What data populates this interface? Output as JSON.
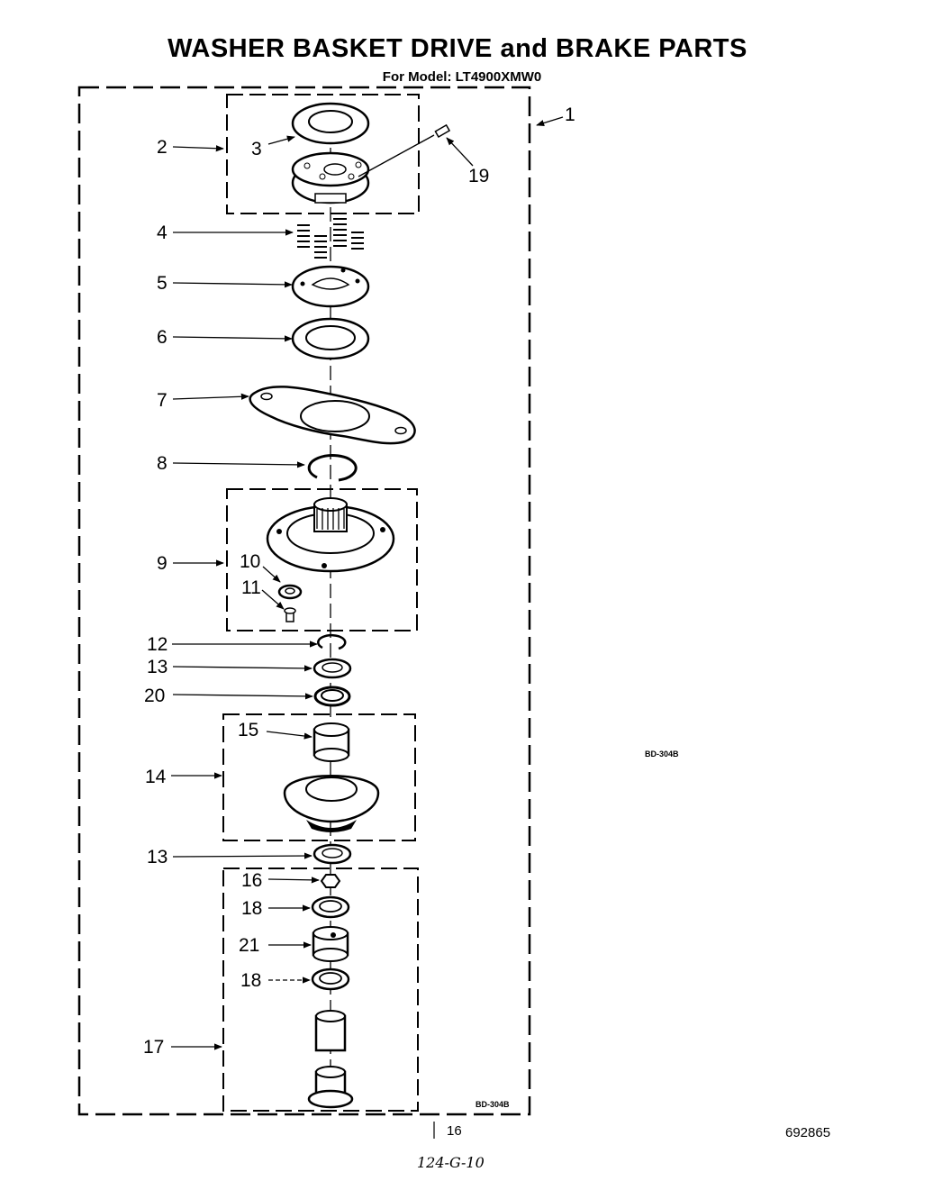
{
  "title": "WASHER BASKET DRIVE and BRAKE PARTS",
  "subtitle": "For Model: LT4900XMW0",
  "callouts": [
    "1",
    "2",
    "3",
    "4",
    "5",
    "6",
    "7",
    "8",
    "9",
    "10",
    "11",
    "12",
    "13",
    "20",
    "15",
    "14",
    "13",
    "16",
    "18",
    "21",
    "18",
    "17",
    "19"
  ],
  "diagram_code_side": "BD-304B",
  "diagram_code_bottom": "BD-304B",
  "page_number": "16",
  "doc_number": "692865",
  "handwritten_note": "124-G-10"
}
